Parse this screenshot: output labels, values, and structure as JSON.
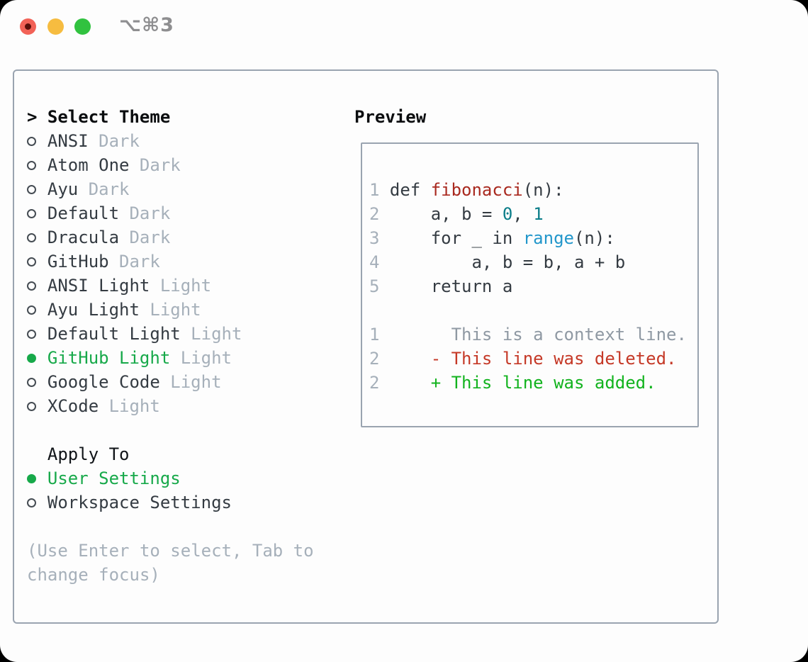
{
  "window": {
    "title": "⌥⌘3"
  },
  "theme_panel": {
    "header_prefix": ">",
    "header_label": "Select Theme",
    "themes": [
      {
        "name": "ANSI",
        "variant": "Dark",
        "selected": false
      },
      {
        "name": "Atom One",
        "variant": "Dark",
        "selected": false
      },
      {
        "name": "Ayu",
        "variant": "Dark",
        "selected": false
      },
      {
        "name": "Default",
        "variant": "Dark",
        "selected": false
      },
      {
        "name": "Dracula",
        "variant": "Dark",
        "selected": false
      },
      {
        "name": "GitHub",
        "variant": "Dark",
        "selected": false
      },
      {
        "name": "ANSI Light",
        "variant": "Light",
        "selected": false
      },
      {
        "name": "Ayu Light",
        "variant": "Light",
        "selected": false
      },
      {
        "name": "Default Light",
        "variant": "Light",
        "selected": false
      },
      {
        "name": "GitHub Light",
        "variant": "Light",
        "selected": true
      },
      {
        "name": "Google Code",
        "variant": "Light",
        "selected": false
      },
      {
        "name": "XCode",
        "variant": "Light",
        "selected": false
      }
    ],
    "apply_to_label": "Apply To",
    "apply_options": [
      {
        "name": "User Settings",
        "selected": true
      },
      {
        "name": "Workspace Settings",
        "selected": false
      }
    ],
    "hint_lines": [
      "(Use Enter to select, Tab to",
      "change focus)"
    ]
  },
  "preview": {
    "label": "Preview",
    "lines": [
      {
        "num": "1",
        "tokens": [
          {
            "text": "def ",
            "style": "plain"
          },
          {
            "text": "fibonacci",
            "style": "function"
          },
          {
            "text": "(n):",
            "style": "plain"
          }
        ]
      },
      {
        "num": "2",
        "tokens": [
          {
            "text": "    a, b = ",
            "style": "plain"
          },
          {
            "text": "0",
            "style": "number"
          },
          {
            "text": ", ",
            "style": "plain"
          },
          {
            "text": "1",
            "style": "number"
          }
        ]
      },
      {
        "num": "3",
        "tokens": [
          {
            "text": "    for _ in ",
            "style": "plain"
          },
          {
            "text": "range",
            "style": "builtin"
          },
          {
            "text": "(n):",
            "style": "plain"
          }
        ]
      },
      {
        "num": "4",
        "tokens": [
          {
            "text": "        a, b = b, a + b",
            "style": "plain"
          }
        ]
      },
      {
        "num": "5",
        "tokens": [
          {
            "text": "    return a",
            "style": "plain"
          }
        ]
      },
      {
        "num": "",
        "tokens": []
      },
      {
        "num": "1",
        "tokens": [
          {
            "text": "      This is a context line.",
            "style": "context"
          }
        ]
      },
      {
        "num": "2",
        "tokens": [
          {
            "text": "    ",
            "style": "plain"
          },
          {
            "text": "- This line was deleted.",
            "style": "deleted"
          }
        ]
      },
      {
        "num": "2",
        "tokens": [
          {
            "text": "    ",
            "style": "plain"
          },
          {
            "text": "+ This line was added.",
            "style": "added"
          }
        ]
      }
    ]
  },
  "colors": {
    "accent_green": "#17a94a",
    "added_green": "#12b31e",
    "deleted_red": "#c53927",
    "function_red": "#a9291f",
    "number_teal": "#0b7d89",
    "builtin_blue": "#2397cb",
    "context_gray": "#8f99a3",
    "muted_gray": "#a6b0ba",
    "text_dark": "#343b42",
    "header_black": "#0b0d0f",
    "border_gray": "#9aa4b0",
    "traffic_red": "#f26257",
    "traffic_yellow": "#f6bc40",
    "traffic_green": "#31c23f"
  }
}
